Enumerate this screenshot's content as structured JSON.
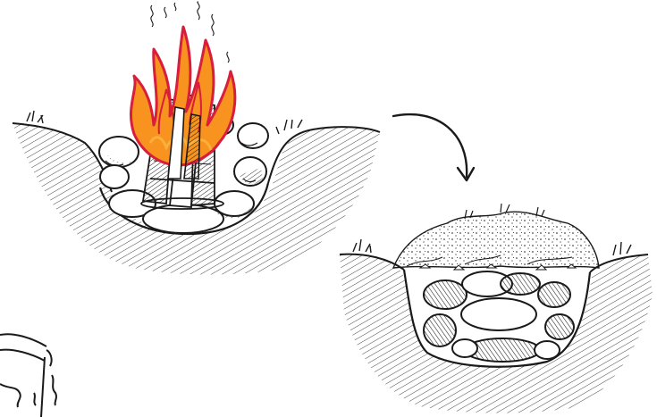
{
  "figure": {
    "panels": [
      {
        "id": "burning-fire-pit",
        "state": "before"
      },
      {
        "id": "buried-fire-pit",
        "state": "after"
      }
    ],
    "partial_object_left_edge": "pot-or-bucket",
    "colors": {
      "ink": "#1a1a1a",
      "flame_outer": "#d81e3c",
      "flame_fill": "#f7931e",
      "flame_core": "#fbb03b",
      "background": "#ffffff"
    },
    "icons": {
      "transition_arrow": "curved-arrow-icon"
    }
  }
}
